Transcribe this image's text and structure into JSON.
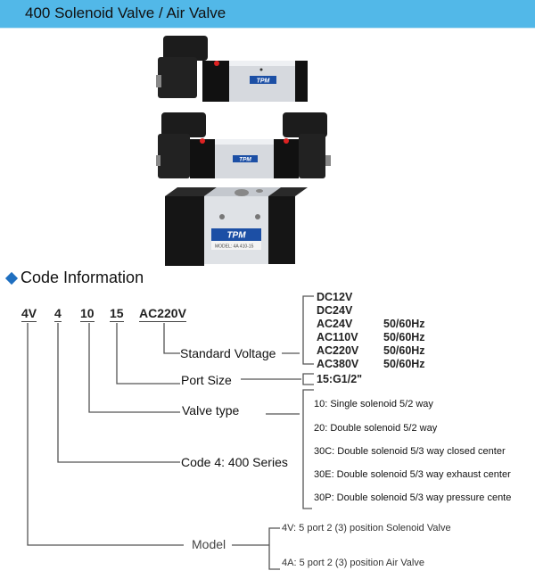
{
  "header": {
    "title": "400 Solenoid Valve / Air Valve",
    "background": "#52b8e8"
  },
  "products": [
    {
      "name": "single-solenoid-valve",
      "brand": "TPM"
    },
    {
      "name": "double-solenoid-valve",
      "brand": "TPM"
    },
    {
      "name": "air-valve",
      "brand": "TPM",
      "model_label": "MODEL: 4A 410-15"
    }
  ],
  "section": {
    "title": "Code Information",
    "bullet_color": "#1f6fc0"
  },
  "code_parts": [
    "4V",
    "4",
    "10",
    "15",
    "AC220V"
  ],
  "labels": {
    "voltage": "Standard Voltage",
    "port": "Port Size",
    "valve_type": "Valve type",
    "series": "Code 4: 400 Series",
    "model": "Model"
  },
  "voltages": [
    {
      "v": "DC12V",
      "hz": ""
    },
    {
      "v": "DC24V",
      "hz": ""
    },
    {
      "v": "AC24V",
      "hz": "50/60Hz"
    },
    {
      "v": "AC110V",
      "hz": "50/60Hz"
    },
    {
      "v": "AC220V",
      "hz": "50/60Hz"
    },
    {
      "v": "AC380V",
      "hz": "50/60Hz"
    }
  ],
  "port_sizes": [
    "15:G1/2\""
  ],
  "valve_types": [
    "10: Single solenoid 5/2 way",
    "20: Double solenoid 5/2 way",
    "30C: Double solenoid 5/3 way closed center",
    "30E: Double solenoid 5/3 way exhaust center",
    "30P: Double solenoid 5/3 way pressure cente"
  ],
  "models": [
    "4V: 5 port 2 (3) position Solenoid Valve",
    "4A: 5 port 2 (3) position Air Valve"
  ]
}
